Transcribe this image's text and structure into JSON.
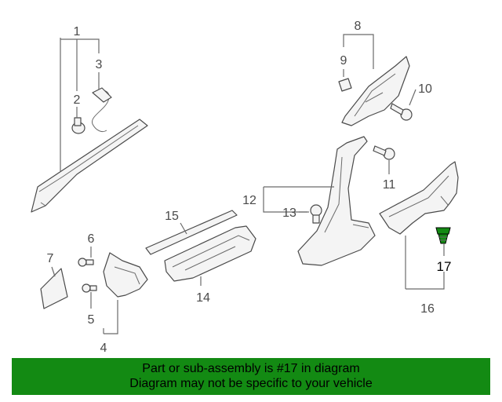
{
  "callouts": {
    "c1": "1",
    "c2": "2",
    "c3": "3",
    "c4": "4",
    "c5": "5",
    "c6": "6",
    "c7": "7",
    "c8": "8",
    "c9": "9",
    "c10": "10",
    "c11": "11",
    "c12": "12",
    "c13": "13",
    "c14": "14",
    "c15": "15",
    "c16": "16",
    "c17": "17"
  },
  "highlighted_part": "17",
  "colors": {
    "banner": "#138a13",
    "line": "#4a4a4a",
    "highlight": "#138a13"
  },
  "banner": {
    "line1": "Part or sub-assembly is #17 in diagram",
    "line2": "Diagram may not be specific to your vehicle"
  }
}
